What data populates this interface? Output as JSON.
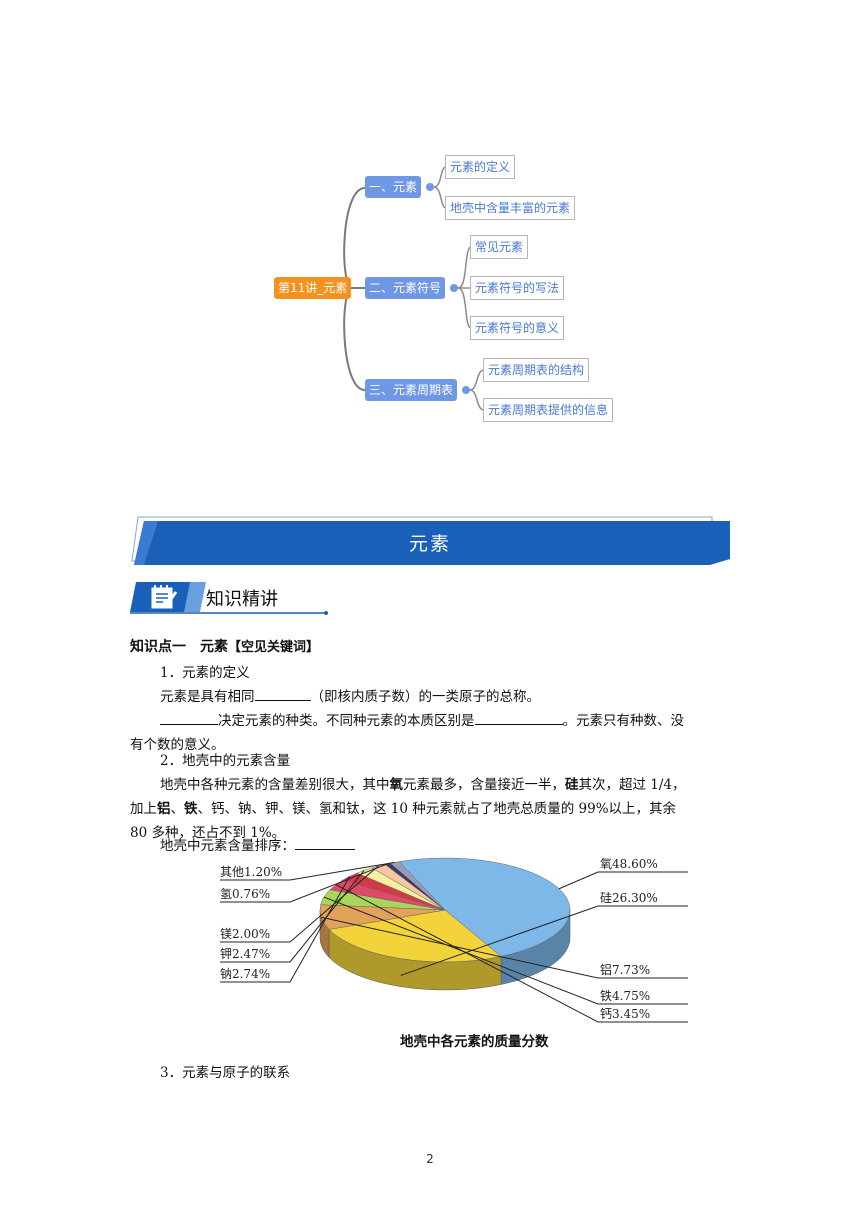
{
  "mindmap": {
    "root": "第11讲_元素",
    "branches": [
      {
        "label": "一、元素",
        "children": [
          "元素的定义",
          "地壳中含量丰富的元素"
        ]
      },
      {
        "label": "二、元素符号",
        "children": [
          "常见元素",
          "元素符号的写法",
          "元素符号的意义"
        ]
      },
      {
        "label": "三、元素周期表",
        "children": [
          "元素周期表的结构",
          "元素周期表提供的信息"
        ]
      }
    ]
  },
  "banner": {
    "title": "元素"
  },
  "knowledge_header": {
    "label": "知识精讲"
  },
  "section": {
    "point_title": "知识点一　元素",
    "point_tag": "【空见关键词】",
    "item1_title": "1．元素的定义",
    "item1_p1_a": "元素是具有相同",
    "item1_p1_b": "（即核内质子数）的一类原子的总称。",
    "item1_p2_a": "决定元素的种类。不同种元素的本质区别是",
    "item1_p2_b": "。元素只有种数、没",
    "item1_p3": "有个数的意义。",
    "item2_title": "2．地壳中的元素含量",
    "item2_p1_a": "地壳中各种元素的含量差别很大，其中",
    "item2_p1_o": "氧",
    "item2_p1_b": "元素最多，含量接近一半，",
    "item2_p1_si": "硅",
    "item2_p1_c": "其次，超过 1/4，",
    "item2_p2_a": "加上",
    "item2_p2_al": "铝",
    "item2_p2_sep": "、",
    "item2_p2_fe": "铁",
    "item2_p2_b": "、钙、钠、钾、镁、氢和钛，这 10 种元素就占了地壳总质量的 99%以上，其余",
    "item2_p3": "80 多种，还占不到 1%。",
    "item2_p4": "地壳中元素含量排序：",
    "item3_title": "3．元素与原子的联系"
  },
  "chart_data": {
    "type": "pie",
    "title": "地壳中各元素的质量分数",
    "categories": [
      "氧",
      "硅",
      "铝",
      "铁",
      "钙",
      "钠",
      "钾",
      "镁",
      "氢",
      "其他"
    ],
    "values": [
      48.6,
      26.3,
      7.73,
      4.75,
      3.45,
      2.74,
      2.47,
      2.0,
      0.76,
      1.2
    ],
    "labels": [
      "氧48.60%",
      "硅26.30%",
      "铝7.73%",
      "铁4.75%",
      "钙3.45%",
      "钠2.74%",
      "钾2.47%",
      "镁2.00%",
      "氢0.76%",
      "其他1.20%"
    ],
    "colors": [
      "#7db8e8",
      "#f2d43a",
      "#e2a25a",
      "#a8d65a",
      "#e04a6a",
      "#d23a48",
      "#f6f0a0",
      "#f7c8a0",
      "#3a3a6a",
      "#9a9ab8"
    ]
  },
  "page_number": "2"
}
